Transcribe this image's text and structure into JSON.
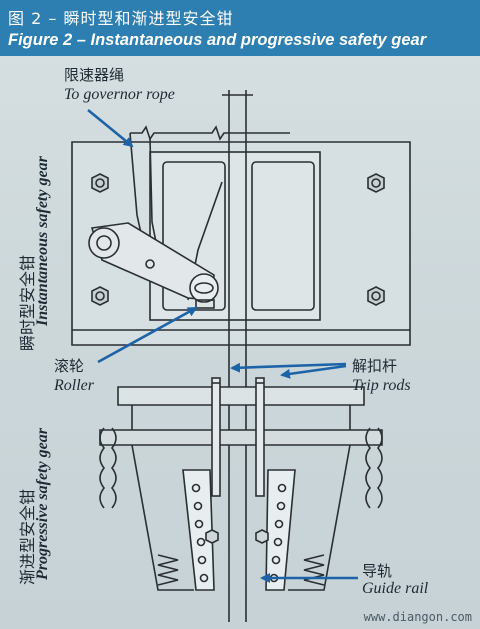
{
  "header": {
    "title_cn": "图 2 – 瞬时型和渐进型安全钳",
    "title_en": "Figure 2 – Instantaneous and progressive safety gear"
  },
  "side_labels": {
    "instantaneous_cn": "瞬时型安全钳",
    "instantaneous_en": "Instantaneous safety gear",
    "progressive_cn": "渐进型安全钳",
    "progressive_en": "Progressive safety gear"
  },
  "callouts": {
    "governor_rope_cn": "限速器绳",
    "governor_rope_en": "To governor rope",
    "roller_cn": "滚轮",
    "roller_en": "Roller",
    "trip_rods_cn": "解扣杆",
    "trip_rods_en": "Trip rods",
    "guide_rail_cn": "导轨",
    "guide_rail_en": "Guide rail"
  },
  "watermark": "www.diangon.com",
  "colors": {
    "header_bg": "#2c7fb0",
    "arrow": "#1d63a8",
    "line": "#2a2f33"
  }
}
